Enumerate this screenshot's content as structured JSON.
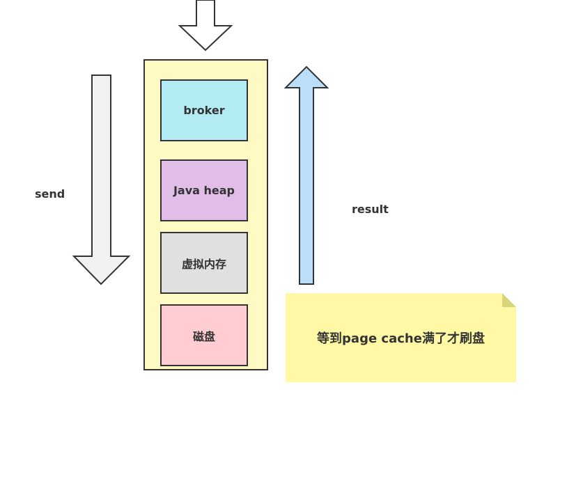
{
  "diagram": {
    "layers": [
      {
        "label": "broker",
        "color": "#b2ebf2"
      },
      {
        "label": "Java heap",
        "color": "#e1bee7"
      },
      {
        "label": "虚拟内存",
        "color": "#e0e0e0"
      },
      {
        "label": "磁盘",
        "color": "#ffcdd2"
      }
    ],
    "container_color": "#fff9c4",
    "send_label": "send",
    "result_label": "result",
    "note": {
      "text": "等到page cache满了才刷盘",
      "color": "#fff9a6"
    },
    "arrows": {
      "incoming_top": {
        "direction": "down",
        "color": "#ffffff"
      },
      "send": {
        "direction": "down",
        "color": "#f2f2f2"
      },
      "result": {
        "direction": "up",
        "color": "#bbdefb"
      }
    }
  }
}
